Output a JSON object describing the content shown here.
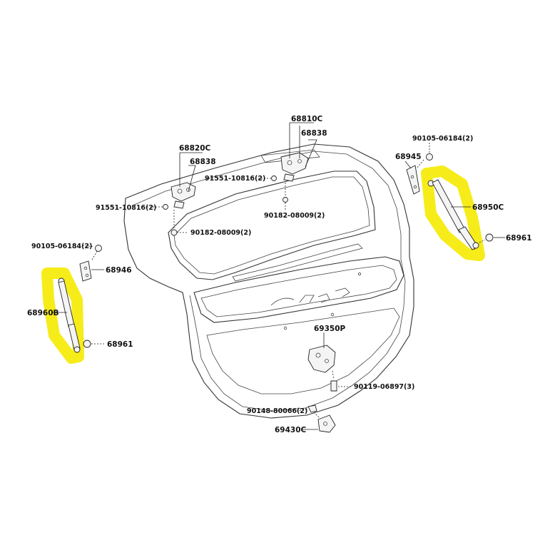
{
  "labels": {
    "p68820C": "68820C",
    "p68838_left": "68838",
    "p68810C": "68810C",
    "p68838_right": "68838",
    "p91551_top": "91551-10816(2)",
    "p91551_left": "91551-10816(2)",
    "p90182_left": "90182-08009(2)",
    "p90182_center": "90182-08009(2)",
    "p90105_right": "90105-06184(2)",
    "p68945": "68945",
    "p68950C": "68950C",
    "p68961_right": "68961",
    "p90105_left": "90105-06184(2)",
    "p68946": "68946",
    "p68960B": "68960B",
    "p68961_left": "68961",
    "p69350P": "69350P",
    "p90119": "90119-06897(3)",
    "p90148": "90148-80066(2)",
    "p69430C": "69430C"
  },
  "colors": {
    "highlight": "#f5ea00",
    "line": "#333333",
    "background": "#ffffff"
  }
}
